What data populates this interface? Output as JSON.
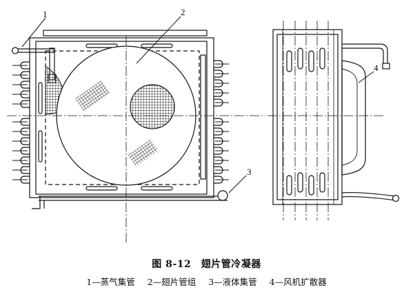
{
  "figure": {
    "caption_title": "图 8-12　翅片管冷凝器",
    "legend": [
      "1—蒸气集管",
      "2—翅片管组",
      "3—液体集管",
      "4—风机扩散器"
    ]
  },
  "callouts": {
    "c1": "1",
    "c2": "2",
    "c3": "3",
    "c4": "4"
  },
  "colors": {
    "line": "#111111",
    "hatch": "#222222",
    "background": "#ffffff"
  }
}
